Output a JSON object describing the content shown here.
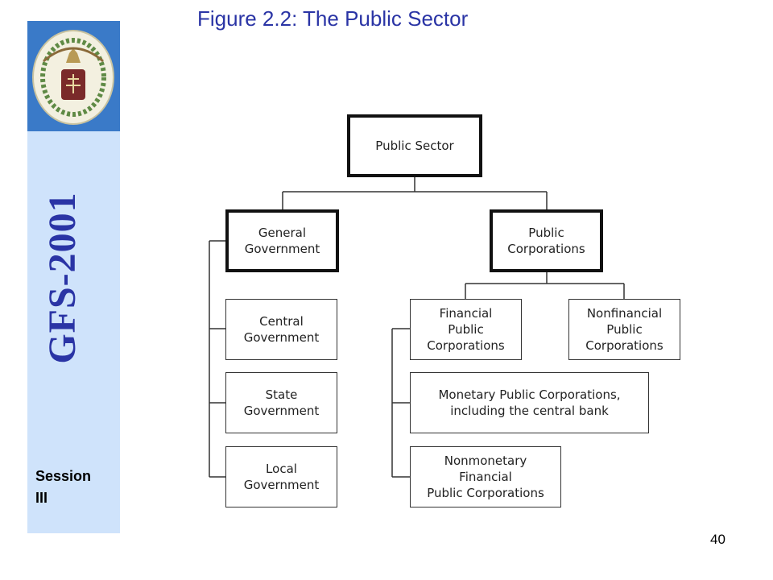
{
  "figure_title": "Figure 2.2: The Public Sector",
  "sidebar": {
    "title": "GFS-2001",
    "session": "Session\nIII"
  },
  "page_number": "40",
  "colors": {
    "title_blue": "#2a34a5",
    "sidebar_bg": "#cfe3fb",
    "emblem_bg": "#3a7ac8"
  },
  "diagram": {
    "public_sector": "Public Sector",
    "general_government": "General\nGovernment",
    "public_corporations": "Public\nCorporations",
    "central_government": "Central\nGovernment",
    "state_government": "State\nGovernment",
    "local_government": "Local\nGovernment",
    "financial_public_corporations": "Financial\nPublic\nCorporations",
    "nonfinancial_public_corporations": "Nonfinancial\nPublic\nCorporations",
    "monetary_public_corporations": "Monetary Public Corporations,\nincluding the central bank",
    "nonmonetary_financial_public_corporations": "Nonmonetary\nFinancial\nPublic Corporations"
  }
}
